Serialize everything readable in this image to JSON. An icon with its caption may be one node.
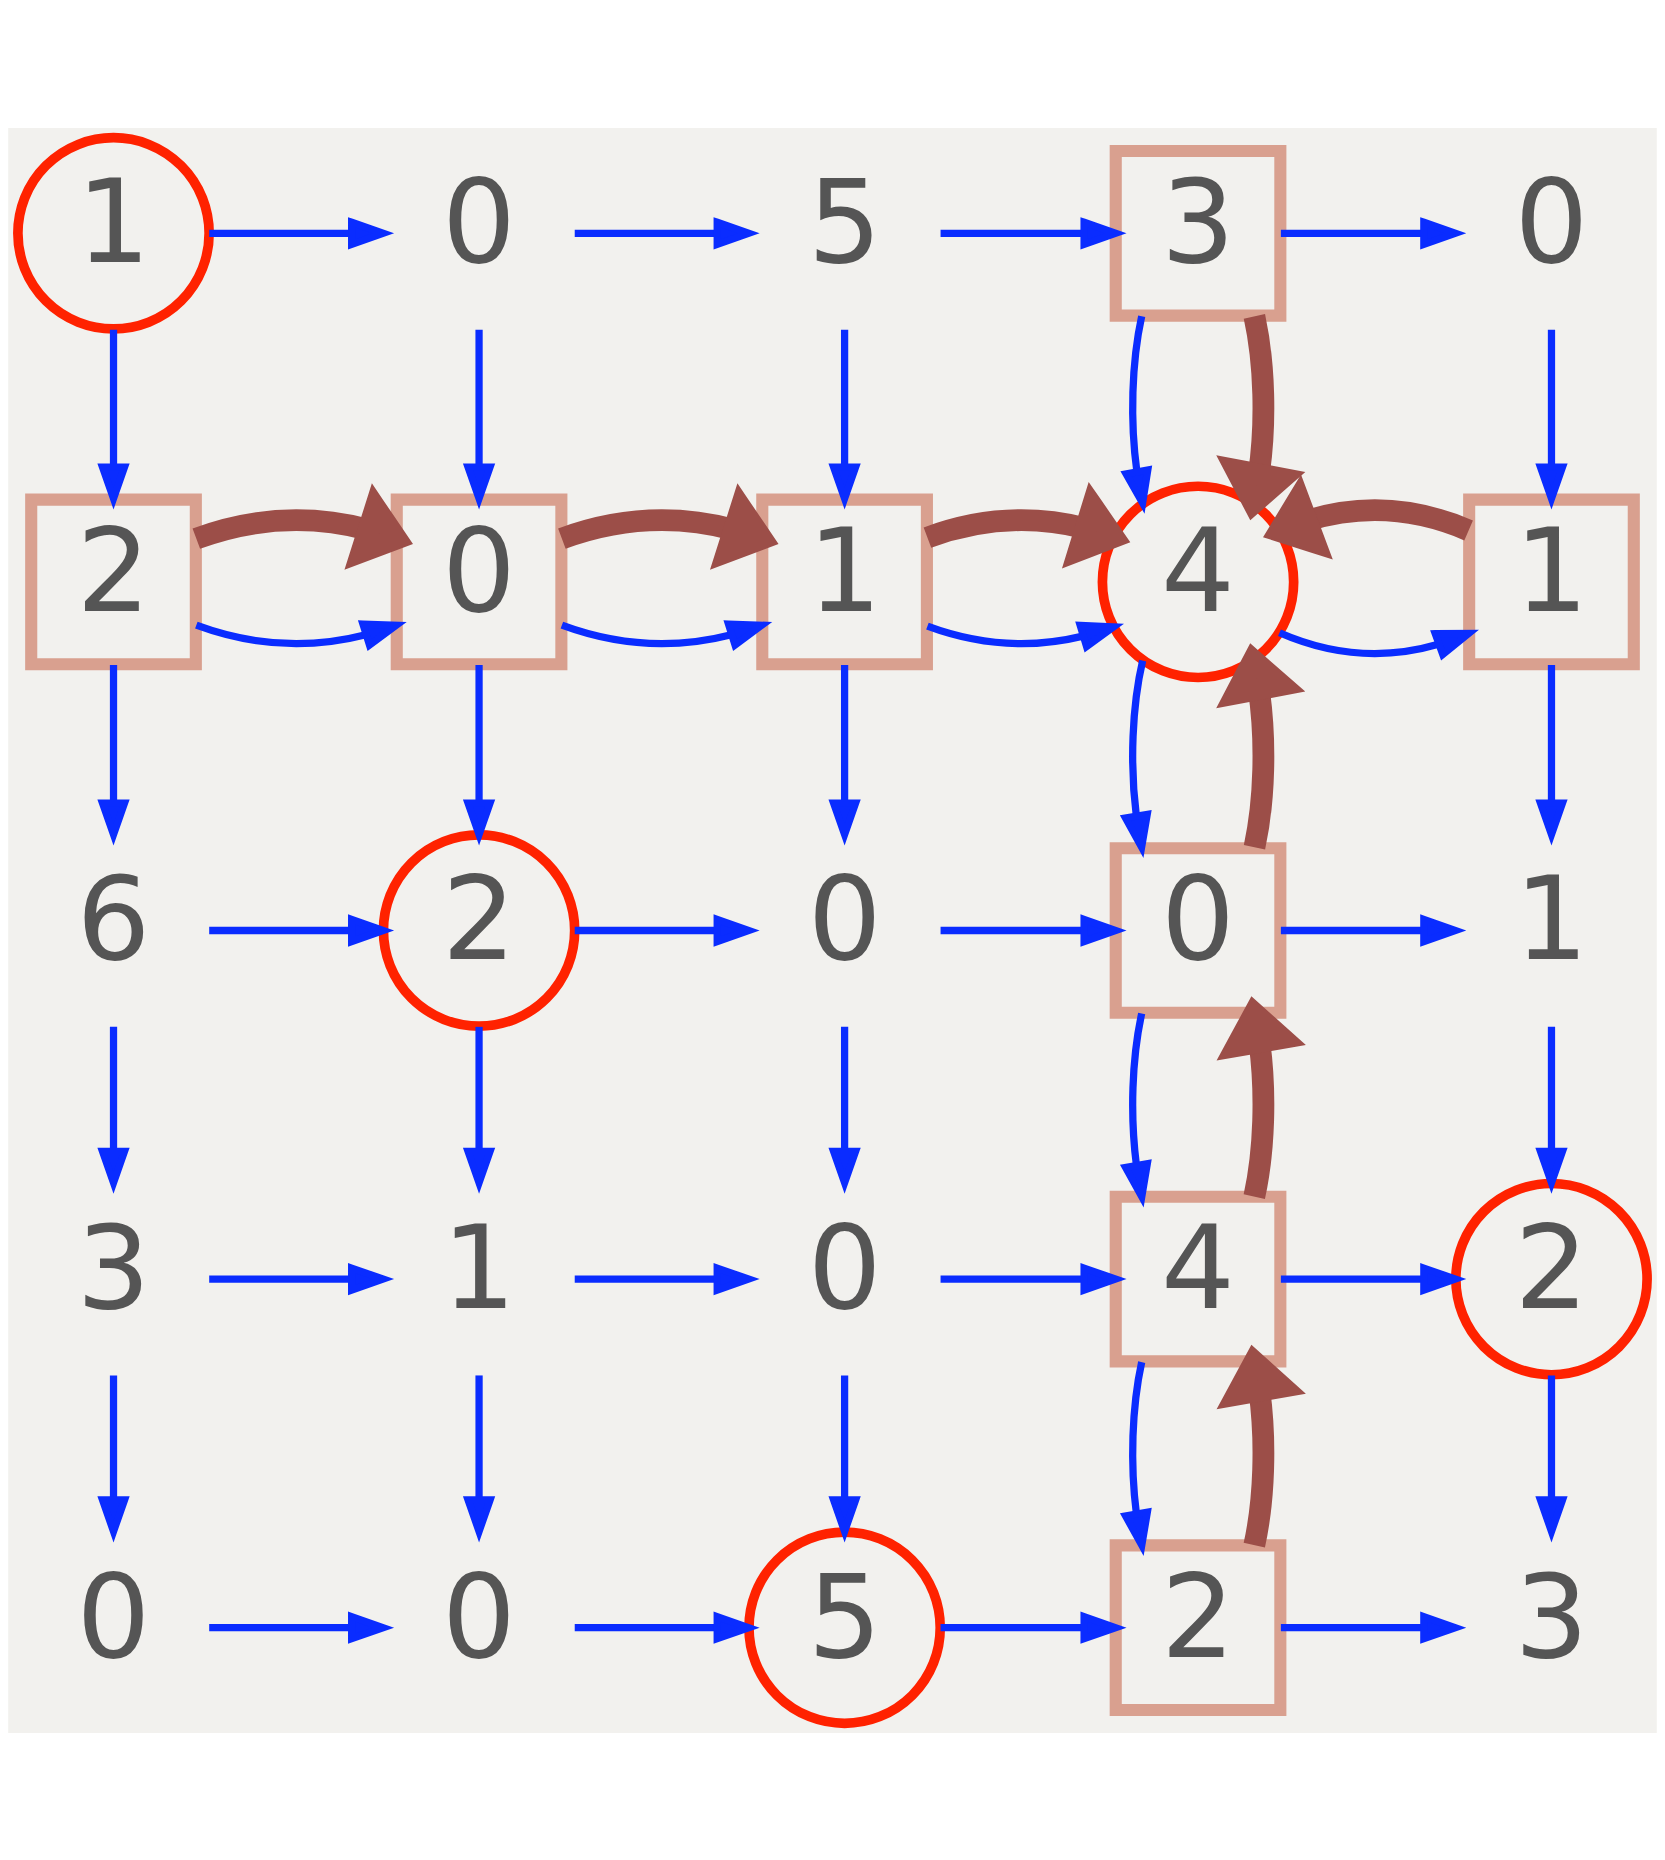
{
  "diagram": {
    "nodes": [
      {
        "text": [
          "1"
        ]
      },
      {
        "text": [
          "0"
        ]
      },
      {
        "text": [
          "5"
        ]
      },
      {
        "text": [
          "3"
        ]
      },
      {
        "text": [
          "0"
        ]
      },
      {
        "text": [
          "2"
        ]
      },
      {
        "text": [
          "0"
        ]
      },
      {
        "text": [
          "1"
        ]
      },
      {
        "text": [
          "4"
        ]
      },
      {
        "text": [
          "1"
        ]
      },
      {
        "text": [
          "6"
        ]
      },
      {
        "text": [
          "2"
        ]
      },
      {
        "text": [
          "0"
        ]
      },
      {
        "text": [
          "0"
        ]
      },
      {
        "text": [
          "1"
        ]
      },
      {
        "text": [
          "3"
        ]
      },
      {
        "text": [
          "1"
        ]
      },
      {
        "text": [
          "0"
        ]
      },
      {
        "text": [
          "4"
        ]
      },
      {
        "text": [
          "2"
        ]
      },
      {
        "text": [
          "0"
        ]
      },
      {
        "text": [
          "0"
        ]
      },
      {
        "text": [
          "5"
        ]
      },
      {
        "text": [
          "2"
        ]
      },
      {
        "text": [
          "3"
        ]
      }
    ],
    "edges": [
      {
        "from": 0,
        "to": 1,
        "arrow": "to"
      },
      {
        "from": 1,
        "to": 2,
        "arrow": "to"
      },
      {
        "from": 2,
        "to": 3,
        "arrow": "to"
      },
      {
        "from": 3,
        "to": 4,
        "arrow": "to"
      },
      {
        "from": 0,
        "to": 5,
        "arrow": "to"
      },
      {
        "from": 1,
        "to": 6,
        "arrow": "to"
      },
      {
        "from": 2,
        "to": 7,
        "arrow": "to"
      },
      {
        "from": 3,
        "to": 8,
        "arrow": "to"
      },
      {
        "from": 4,
        "to": 9,
        "arrow": "to"
      },
      {
        "from": 5,
        "to": 6,
        "arrow": "to"
      },
      {
        "from": 6,
        "to": 7,
        "arrow": "to"
      },
      {
        "from": 7,
        "to": 8,
        "arrow": "to"
      },
      {
        "from": 8,
        "to": 9,
        "arrow": "to"
      },
      {
        "from": 5,
        "to": 10,
        "arrow": "to"
      },
      {
        "from": 6,
        "to": 11,
        "arrow": "to"
      },
      {
        "from": 7,
        "to": 12,
        "arrow": "to"
      },
      {
        "from": 8,
        "to": 13,
        "arrow": "to"
      },
      {
        "from": 9,
        "to": 14,
        "arrow": "to"
      },
      {
        "from": 10,
        "to": 11,
        "arrow": "to"
      },
      {
        "from": 11,
        "to": 12,
        "arrow": "to"
      },
      {
        "from": 12,
        "to": 13,
        "arrow": "to"
      },
      {
        "from": 13,
        "to": 14,
        "arrow": "to"
      },
      {
        "from": 10,
        "to": 15,
        "arrow": "to"
      },
      {
        "from": 11,
        "to": 16,
        "arrow": "to"
      },
      {
        "from": 12,
        "to": 17,
        "arrow": "to"
      },
      {
        "from": 13,
        "to": 18,
        "arrow": "to"
      },
      {
        "from": 14,
        "to": 19,
        "arrow": "to"
      },
      {
        "from": 15,
        "to": 16,
        "arrow": "to"
      },
      {
        "from": 16,
        "to": 17,
        "arrow": "to"
      },
      {
        "from": 17,
        "to": 18,
        "arrow": "to"
      },
      {
        "from": 18,
        "to": 19,
        "arrow": "to"
      },
      {
        "from": 15,
        "to": 20,
        "arrow": "to"
      },
      {
        "from": 16,
        "to": 21,
        "arrow": "to"
      },
      {
        "from": 17,
        "to": 22,
        "arrow": "to"
      },
      {
        "from": 18,
        "to": 23,
        "arrow": "to"
      },
      {
        "from": 19,
        "to": 24,
        "arrow": "to"
      },
      {
        "from": 20,
        "to": 21,
        "arrow": "to"
      },
      {
        "from": 21,
        "to": 22,
        "arrow": "to"
      },
      {
        "from": 22,
        "to": 23,
        "arrow": "to"
      },
      {
        "from": 23,
        "to": 24,
        "arrow": "to"
      },
      {
        "from": 3,
        "to": 8,
        "arrow": "to",
        "style": "thick",
        "color": "#9c4e48"
      },
      {
        "from": 5,
        "to": 6,
        "arrow": "to",
        "style": "thick",
        "color": "#9c4e48"
      },
      {
        "from": 6,
        "to": 7,
        "arrow": "to",
        "style": "thick",
        "color": "#9c4e48"
      },
      {
        "from": 7,
        "to": 8,
        "arrow": "to",
        "style": "thick",
        "color": "#9c4e48"
      },
      {
        "from": 9,
        "to": 8,
        "arrow": "to",
        "style": "thick",
        "color": "#9c4e48"
      },
      {
        "from": 13,
        "to": 8,
        "arrow": "to",
        "style": "thick",
        "color": "#9c4e48"
      },
      {
        "from": 18,
        "to": 13,
        "arrow": "to",
        "style": "thick",
        "color": "#9c4e48"
      },
      {
        "from": 23,
        "to": 18,
        "arrow": "to",
        "style": "thick",
        "color": "#9c4e48"
      }
    ]
  }
}
